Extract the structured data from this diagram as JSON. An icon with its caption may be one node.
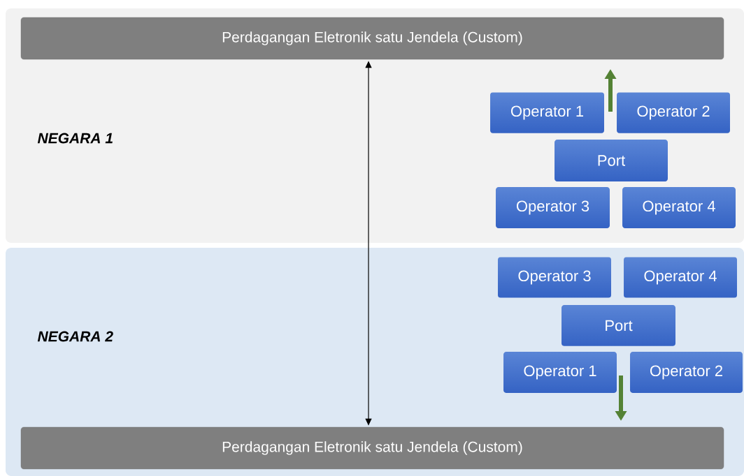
{
  "diagram": {
    "nodes": [
      {
        "text": [
          "NEGARA 1"
        ]
      },
      {
        "text": [
          "Perdagangan Eletronik satu Jendela (Custom)"
        ],
        "in": 0
      },
      {
        "text": [
          "Operator 1"
        ],
        "in": 0
      },
      {
        "text": [
          "Operator 2"
        ],
        "in": 0
      },
      {
        "text": [
          "Port"
        ],
        "in": 0
      },
      {
        "text": [
          "Operator 3"
        ],
        "in": 0
      },
      {
        "text": [
          "Operator 4"
        ],
        "in": 0
      },
      {
        "text": [
          "NEGARA 2"
        ]
      },
      {
        "text": [
          "Operator 3"
        ],
        "in": 7
      },
      {
        "text": [
          "Operator 4"
        ],
        "in": 7
      },
      {
        "text": [
          "Port"
        ],
        "in": 7
      },
      {
        "text": [
          "Operator 1"
        ],
        "in": 7
      },
      {
        "text": [
          "Operator 2"
        ],
        "in": 7
      },
      {
        "text": [
          "Perdagangan Eletronik satu Jendela (Custom)"
        ],
        "in": 7
      }
    ],
    "edges": [
      {
        "from": 1,
        "to": 13,
        "arrow": "both"
      }
    ]
  }
}
